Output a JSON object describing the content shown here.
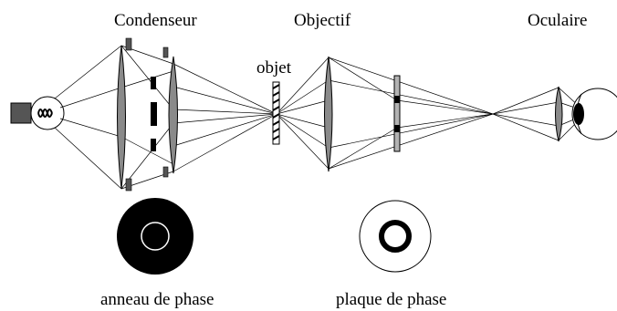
{
  "labels": {
    "condenser": "Condenseur",
    "objective": "Objectif",
    "object": "objet",
    "eyepiece": "Oculaire",
    "phase_ring": "anneau de phase",
    "phase_plate": "plaque de phase"
  },
  "colors": {
    "lens_fill": "#8a8a8a",
    "plate_fill": "#b3b3b3",
    "dark_fill": "#555555",
    "ink": "#000000"
  },
  "icons": [
    "lamp-icon",
    "eye-icon"
  ]
}
